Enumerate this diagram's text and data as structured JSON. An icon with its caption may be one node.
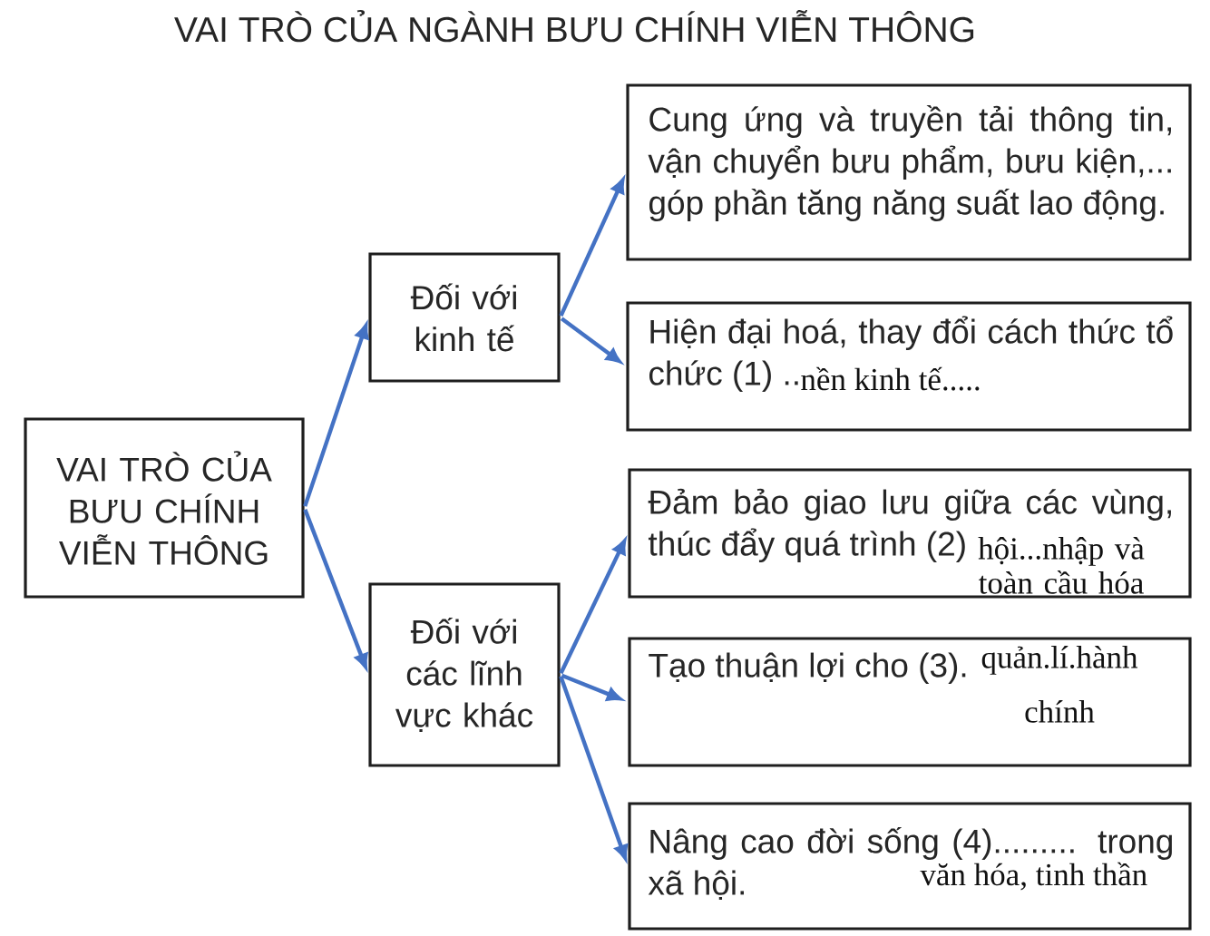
{
  "diagram": {
    "title": "VAI TRÒ CỦA NGÀNH BƯU CHÍNH VIỄN THÔNG",
    "nodes": [
      {
        "text": [
          "VAI TRÒ CỦA BƯU CHÍNH VIỄN THÔNG"
        ]
      },
      {
        "text": [
          "Đối với kinh tế"
        ]
      },
      {
        "text": [
          "Cung ứng và truyền tải thông tin, vận chuyển bưu phẩm, bưu kiện,... góp phần tăng năng suất lao động."
        ]
      },
      {
        "text": [
          "Hiện đại hoá, thay đổi cách thức tổ chức (1) ..",
          "nền kinh tế....."
        ]
      },
      {
        "text": [
          "Đối với các lĩnh vực khác"
        ]
      },
      {
        "text": [
          "Đảm bảo giao lưu giữa các vùng, thúc đẩy quá trình (2)",
          "hội...nhập và toàn cầu hóa"
        ]
      },
      {
        "text": [
          "Tạo thuận lợi cho (3).",
          "quản.lí.hành chính"
        ]
      },
      {
        "text": [
          "Nâng cao đời sống (4)......... trong xã hội.",
          "văn hóa, tinh thần"
        ]
      }
    ],
    "edges": [
      {
        "from": 0,
        "to": 1,
        "arrow": "to"
      },
      {
        "from": 0,
        "to": 4,
        "arrow": "to"
      },
      {
        "from": 1,
        "to": 2,
        "arrow": "to"
      },
      {
        "from": 1,
        "to": 3,
        "arrow": "to"
      },
      {
        "from": 4,
        "to": 5,
        "arrow": "to"
      },
      {
        "from": 4,
        "to": 6,
        "arrow": "to"
      },
      {
        "from": 4,
        "to": 7,
        "arrow": "to"
      }
    ]
  }
}
